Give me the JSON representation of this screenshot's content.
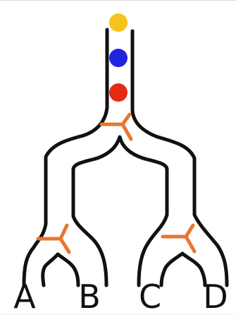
{
  "diagram": {
    "balls": [
      {
        "name": "yellow-ball",
        "color": "#f6c31b"
      },
      {
        "name": "blue-ball",
        "color": "#1f24e0"
      },
      {
        "name": "red-ball",
        "color": "#e52a15"
      }
    ],
    "outlet_labels": [
      "A",
      "B",
      "C",
      "D"
    ],
    "colors": {
      "tube": "#111111",
      "valve": "#e8762f",
      "background": "#ffffff"
    }
  }
}
